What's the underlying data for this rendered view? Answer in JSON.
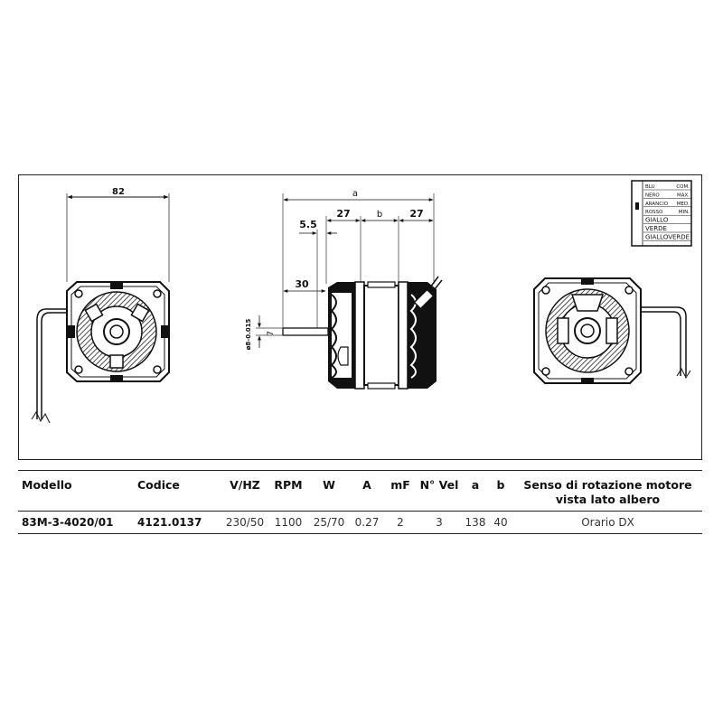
{
  "drawing": {
    "dimensions": {
      "width_82": "82",
      "length_a": "a",
      "d_5_5": "5.5",
      "d_27_left": "27",
      "d_b": "b",
      "d_27_right": "27",
      "d_30": "30",
      "d_7": "7",
      "shaft_dia": "ø8-0.015"
    },
    "wiring_legend": {
      "rows": [
        {
          "label": "BLU",
          "role": "COM."
        },
        {
          "label": "NERO",
          "role": "MAX."
        },
        {
          "label": "ARANCIO",
          "role": "MED."
        },
        {
          "label": "ROSSO",
          "role": "MIN."
        },
        {
          "label": "GIALLO",
          "role": ""
        },
        {
          "label": "VERDE",
          "role": ""
        },
        {
          "label": "GIALLOVERDE",
          "role": ""
        }
      ]
    }
  },
  "table": {
    "headers": [
      "Modello",
      "Codice",
      "V/HZ",
      "RPM",
      "W",
      "A",
      "mF",
      "N° Vel",
      "a",
      "b",
      "Senso di rotazione motore vista lato albero"
    ],
    "rows": [
      [
        "83M-3-4020/01",
        "4121.0137",
        "230/50",
        "1100",
        "25/70",
        "0.27",
        "2",
        "3",
        "138",
        "40",
        "Orario DX"
      ]
    ]
  }
}
